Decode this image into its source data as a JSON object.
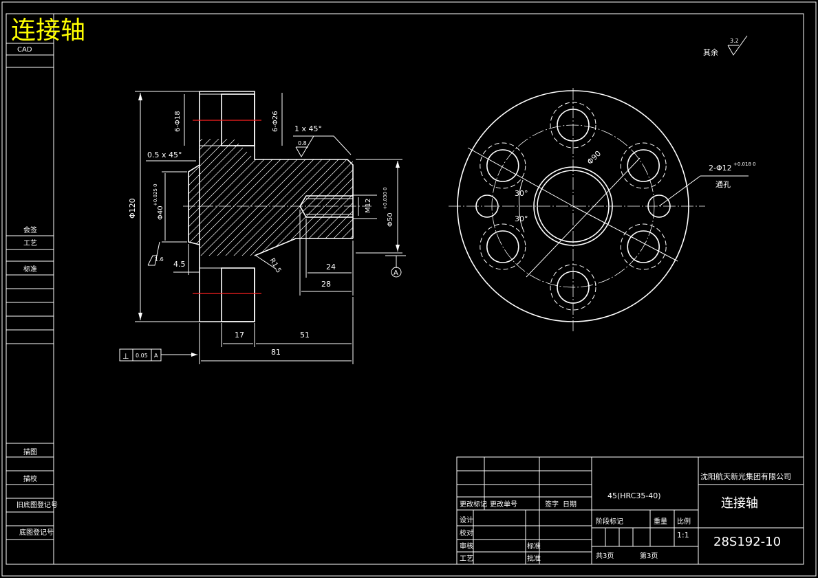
{
  "title_overlay": "连接轴",
  "left_strip": {
    "cad": "CAD",
    "labels": [
      "会签",
      "工艺",
      "标准",
      "描图",
      "描校",
      "旧底图登记号",
      "底图登记号"
    ]
  },
  "surface_finish": {
    "label": "其余",
    "value": "3.2"
  },
  "side_view_dims": {
    "d1": "6-Φ18",
    "d2": "6-Φ26",
    "chamfer1": "1 x 45°",
    "rough1": "0.8",
    "chamfer2": "0.5 x 45°",
    "dia120": "Φ120",
    "dia40": "Φ40",
    "dia40_tol": "+0.025 0",
    "dia50": "Φ50",
    "dia50_tol": "+0.030 0",
    "thread": "M12",
    "rough2": "1.6",
    "d45": "4.5",
    "r": "R1.5",
    "d24": "24",
    "d28": "28",
    "datum": "A",
    "d17": "17",
    "d51": "51",
    "d81": "81",
    "tolerance": {
      "symbol": "⊥",
      "value": "0.05",
      "datum": "A"
    }
  },
  "front_view_dims": {
    "dia90": "Φ90",
    "angle1": "30°",
    "angle2": "30°",
    "hole_label": "2-Φ12",
    "hole_tol": "+0.018 0",
    "through": "通孔"
  },
  "title_block": {
    "company": "沈阳航天新光集团有限公司",
    "part_name": "连接轴",
    "material": "45(HRC35-40)",
    "drawing_no": "28S192-10",
    "scale_label": "比例",
    "scale": "1:1",
    "stage_mark": "阶段标记",
    "weight": "重量",
    "sheets": "共3页",
    "sheet_no": "第3页",
    "rev_mark": "更改标记",
    "rev_doc": "更改单号",
    "sign": "签字",
    "date": "日期",
    "design": "设计",
    "check": "校对",
    "review": "审核",
    "process": "工艺",
    "standard": "标准",
    "approve": "批准"
  }
}
